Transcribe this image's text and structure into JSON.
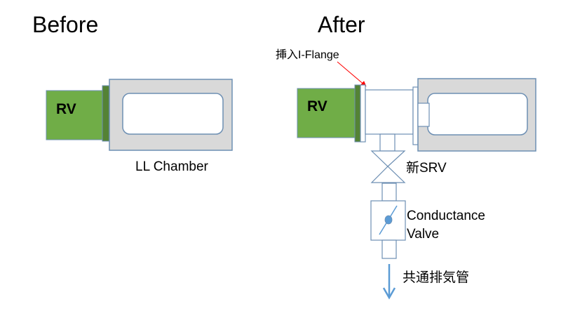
{
  "before": {
    "heading": "Before",
    "rv_label": "RV",
    "chamber_label": "LL Chamber"
  },
  "after": {
    "heading": "After",
    "rv_label": "RV",
    "flange_callout": "挿入I-Flange",
    "srv_label": "新SRV",
    "conductance_label_line1": "Conductance",
    "conductance_label_line2": "Valve",
    "exhaust_label": "共通排気管"
  },
  "colors": {
    "rv_green": "#70ad47",
    "flange_dark_green": "#548235",
    "chamber_gray": "#d9d9d9",
    "outline_blue": "#6d8fb3",
    "arrow_blue": "#5b9bd5",
    "callout_red": "#ff0000"
  }
}
